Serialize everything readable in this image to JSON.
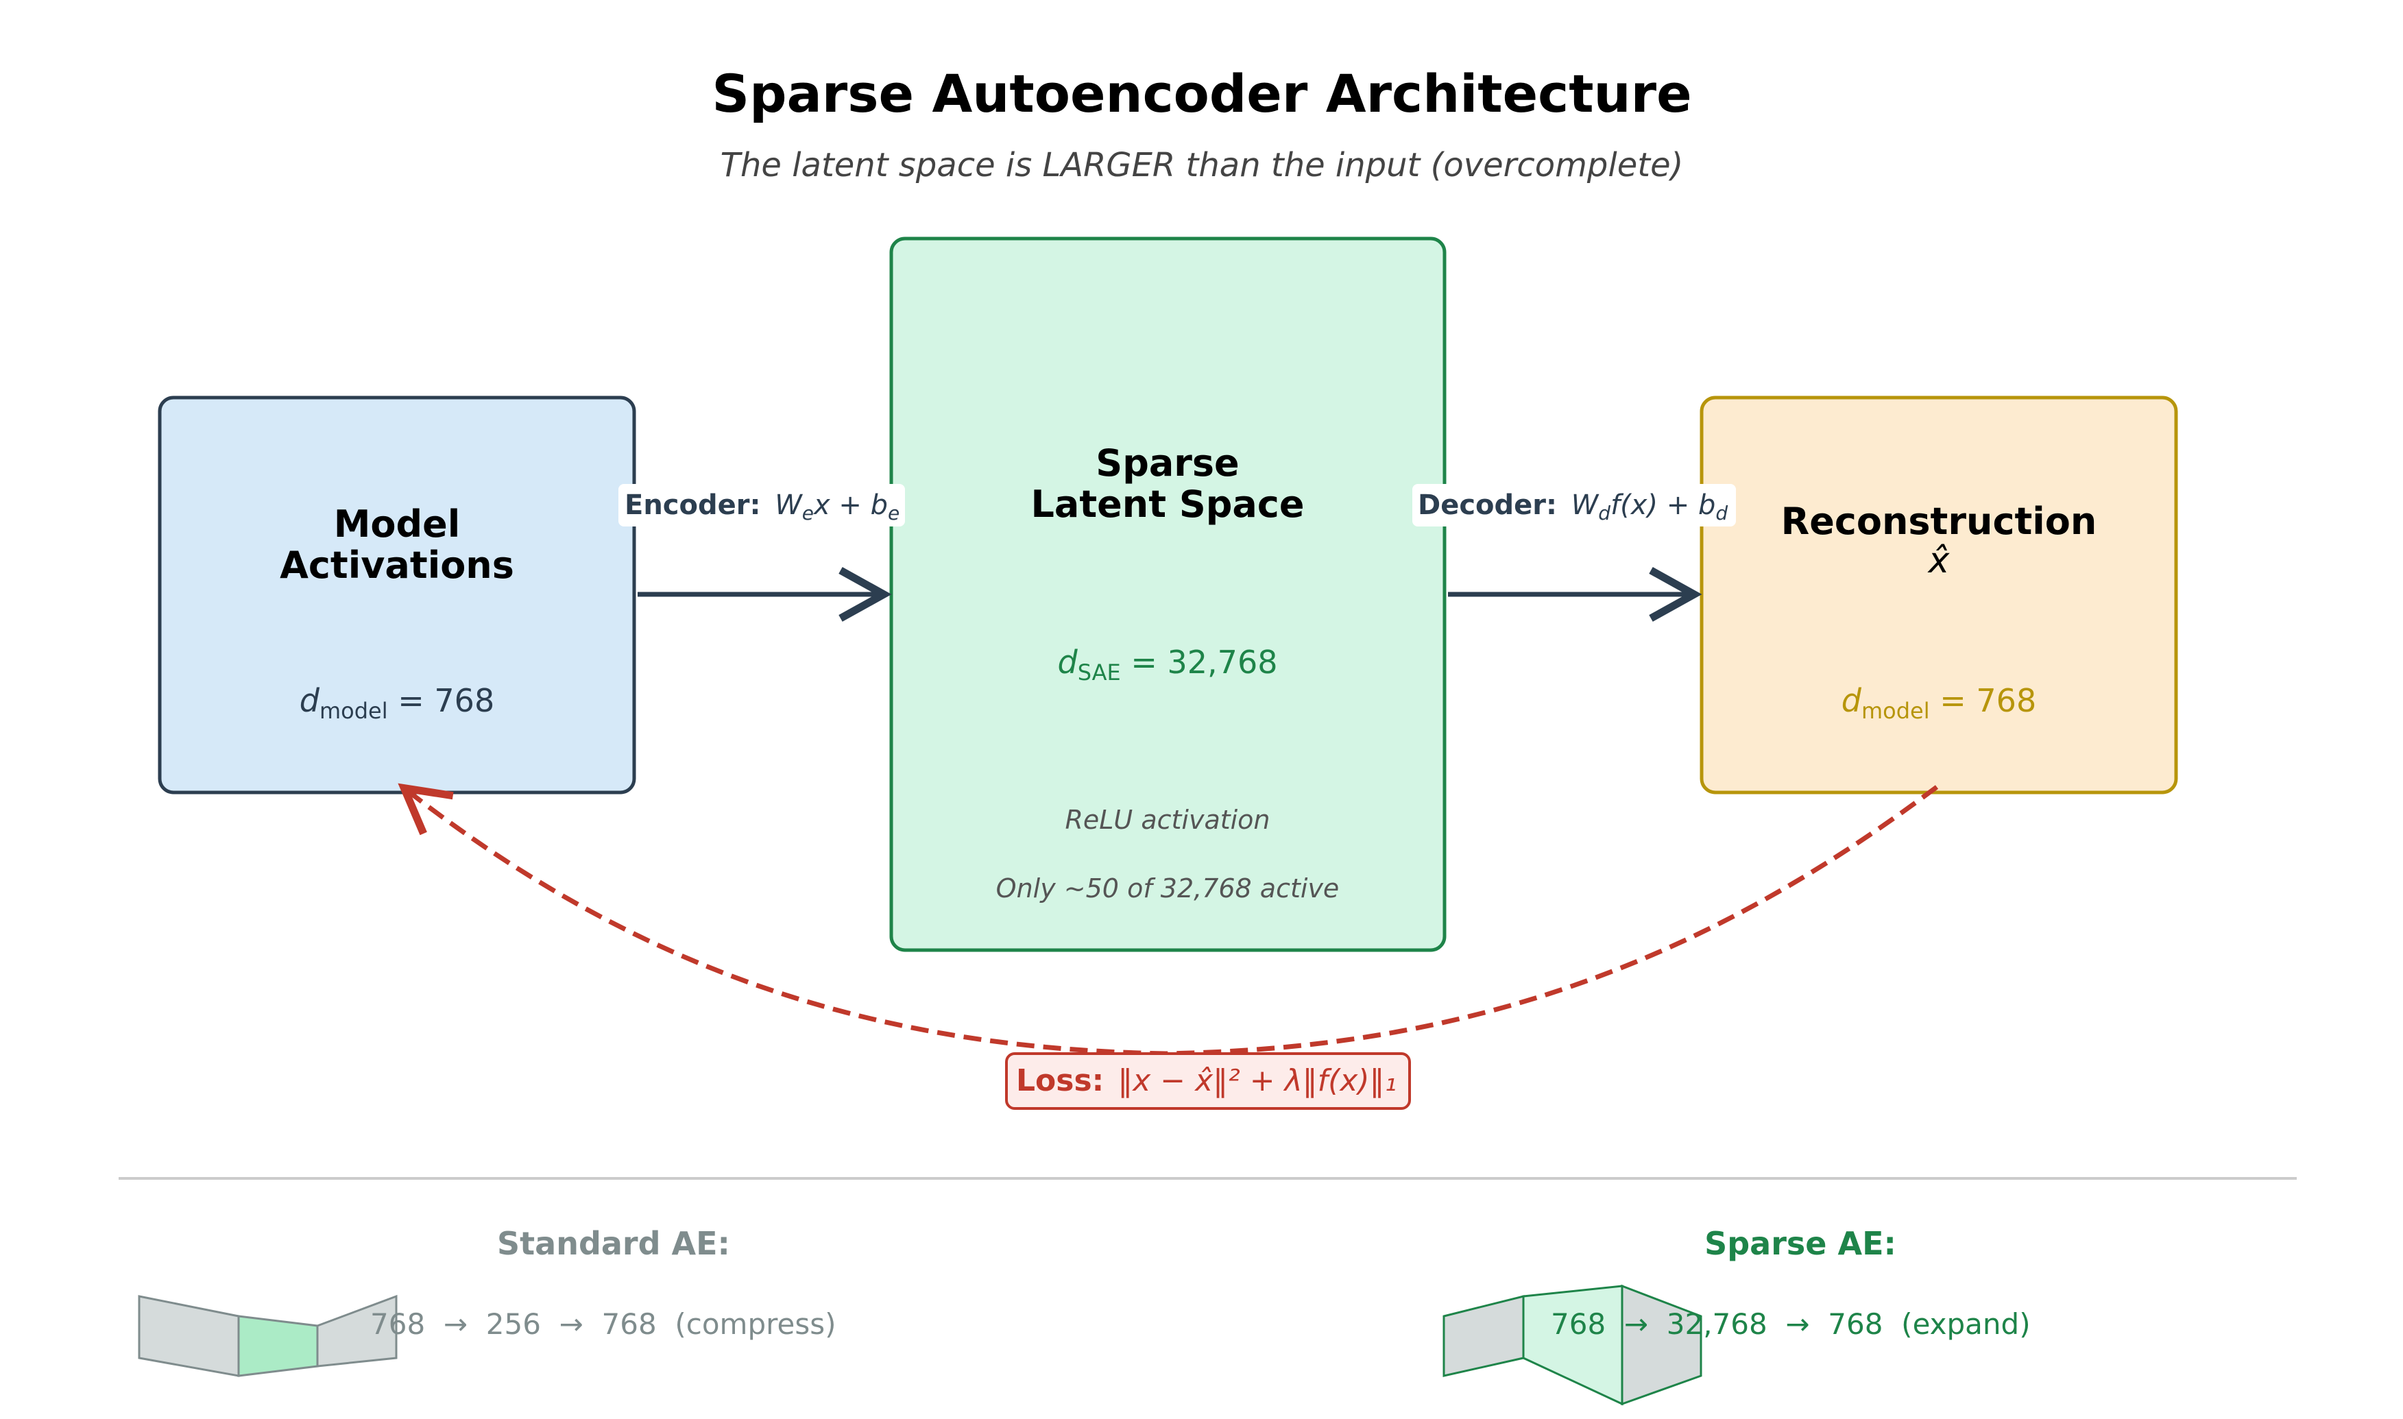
{
  "title": "Sparse Autoencoder Architecture",
  "subtitle": "The latent space is LARGER than the input (overcomplete)",
  "colors": {
    "input_fill": "#d6e9f8",
    "input_stroke": "#2c3e50",
    "latent_fill": "#d4f5e4",
    "latent_stroke": "#1e8449",
    "recon_fill": "#fdebd0",
    "recon_stroke": "#b7950b",
    "loss": "#c0392b",
    "loss_fill": "#fdecea",
    "arrow": "#2c3e50",
    "gray": "#7f8c8d"
  },
  "input_box": {
    "title_line1": "Model",
    "title_line2": "Activations",
    "dim_symbol": "d",
    "dim_sub": "model",
    "dim_value": " = 768"
  },
  "latent_box": {
    "title_line1": "Sparse",
    "title_line2": "Latent Space",
    "dim_symbol": "d",
    "dim_sub": "SAE",
    "dim_value": " = 32,768",
    "note1": "ReLU activation",
    "note2": "Only ~50 of 32,768 active"
  },
  "recon_box": {
    "title": "Reconstruction",
    "symbol": "x̂",
    "dim_symbol": "d",
    "dim_sub": "model",
    "dim_value": " = 768"
  },
  "encoder": {
    "label": "Encoder:",
    "formula_W": "W",
    "formula_Wsub": "e",
    "formula_mid": "x + b",
    "formula_bsub": "e"
  },
  "decoder": {
    "label": "Decoder:",
    "formula_W": "W",
    "formula_Wsub": "d",
    "formula_mid": "f(x) + b",
    "formula_bsub": "d"
  },
  "loss": {
    "label": "Loss:",
    "formula": "‖x − x̂‖² + λ‖f(x)‖₁"
  },
  "standard_ae": {
    "heading": "Standard AE:",
    "flow": "768  →  256  →  768  (compress)"
  },
  "sparse_ae": {
    "heading": "Sparse AE:",
    "flow": "768  →  32,768  →  768  (expand)"
  }
}
